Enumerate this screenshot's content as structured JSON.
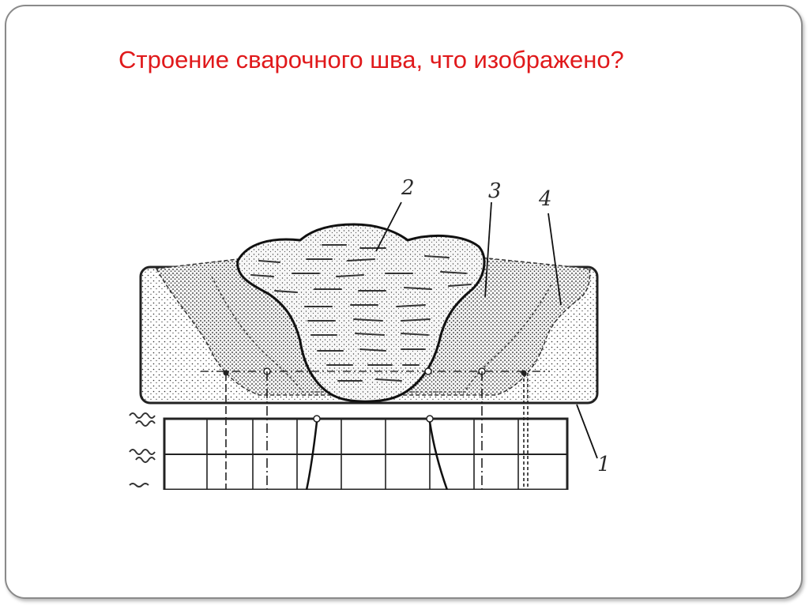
{
  "slide": {
    "title": "Строение сварочного шва, что изображено?",
    "title_color": "#e0191b"
  },
  "figure": {
    "labels": {
      "one": "1",
      "two": "2",
      "three": "3",
      "four": "4"
    }
  }
}
